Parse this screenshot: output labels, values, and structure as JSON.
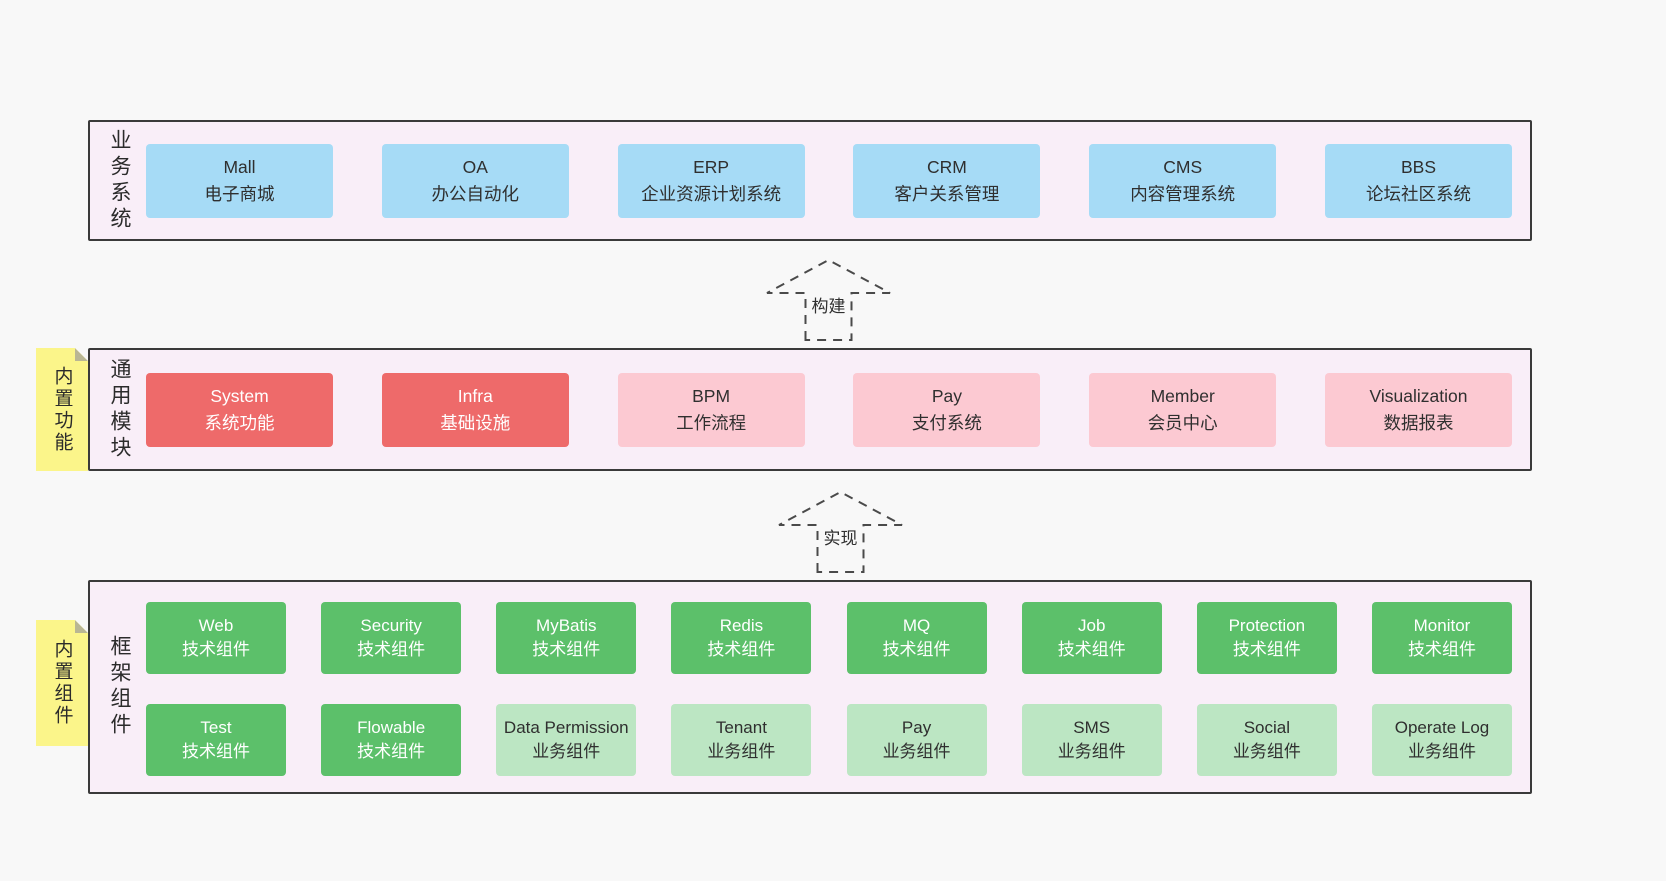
{
  "colors": {
    "page_bg": "#f8f8f8",
    "panel_bg": "#f9eef8",
    "panel_border": "#3a3a3a",
    "blue_node": "#a6dbf6",
    "red_node": "#ee6a6a",
    "pink_node": "#fcc9d2",
    "green_dark_node": "#5cc06a",
    "green_light_node": "#bce6c3",
    "sticky_note": "#fbf58a"
  },
  "sections": {
    "business": {
      "label": "业务系统",
      "boxes": [
        {
          "title": "Mall",
          "subtitle": "电子商城"
        },
        {
          "title": "OA",
          "subtitle": "办公自动化"
        },
        {
          "title": "ERP",
          "subtitle": "企业资源计划系统"
        },
        {
          "title": "CRM",
          "subtitle": "客户关系管理"
        },
        {
          "title": "CMS",
          "subtitle": "内容管理系统"
        },
        {
          "title": "BBS",
          "subtitle": "论坛社区系统"
        }
      ]
    },
    "modules": {
      "label": "通用模块",
      "sticky": "内置功能",
      "boxes": [
        {
          "title": "System",
          "subtitle": "系统功能",
          "variant": "red"
        },
        {
          "title": "Infra",
          "subtitle": "基础设施",
          "variant": "red"
        },
        {
          "title": "BPM",
          "subtitle": "工作流程",
          "variant": "pink"
        },
        {
          "title": "Pay",
          "subtitle": "支付系统",
          "variant": "pink"
        },
        {
          "title": "Member",
          "subtitle": "会员中心",
          "variant": "pink"
        },
        {
          "title": "Visualization",
          "subtitle": "数据报表",
          "variant": "pink"
        }
      ]
    },
    "components": {
      "label": "框架组件",
      "sticky": "内置组件",
      "row1": [
        {
          "title": "Web",
          "subtitle": "技术组件",
          "variant": "green-dark"
        },
        {
          "title": "Security",
          "subtitle": "技术组件",
          "variant": "green-dark"
        },
        {
          "title": "MyBatis",
          "subtitle": "技术组件",
          "variant": "green-dark"
        },
        {
          "title": "Redis",
          "subtitle": "技术组件",
          "variant": "green-dark"
        },
        {
          "title": "MQ",
          "subtitle": "技术组件",
          "variant": "green-dark"
        },
        {
          "title": "Job",
          "subtitle": "技术组件",
          "variant": "green-dark"
        },
        {
          "title": "Protection",
          "subtitle": "技术组件",
          "variant": "green-dark"
        },
        {
          "title": "Monitor",
          "subtitle": "技术组件",
          "variant": "green-dark"
        }
      ],
      "row2": [
        {
          "title": "Test",
          "subtitle": "技术组件",
          "variant": "green-dark"
        },
        {
          "title": "Flowable",
          "subtitle": "技术组件",
          "variant": "green-dark"
        },
        {
          "title": "Data Permission",
          "subtitle": "业务组件",
          "variant": "green-light"
        },
        {
          "title": "Tenant",
          "subtitle": "业务组件",
          "variant": "green-light"
        },
        {
          "title": "Pay",
          "subtitle": "业务组件",
          "variant": "green-light"
        },
        {
          "title": "SMS",
          "subtitle": "业务组件",
          "variant": "green-light"
        },
        {
          "title": "Social",
          "subtitle": "业务组件",
          "variant": "green-light"
        },
        {
          "title": "Operate Log",
          "subtitle": "业务组件",
          "variant": "green-light"
        }
      ]
    }
  },
  "arrows": {
    "build": {
      "label": "构建"
    },
    "implement": {
      "label": "实现"
    }
  }
}
